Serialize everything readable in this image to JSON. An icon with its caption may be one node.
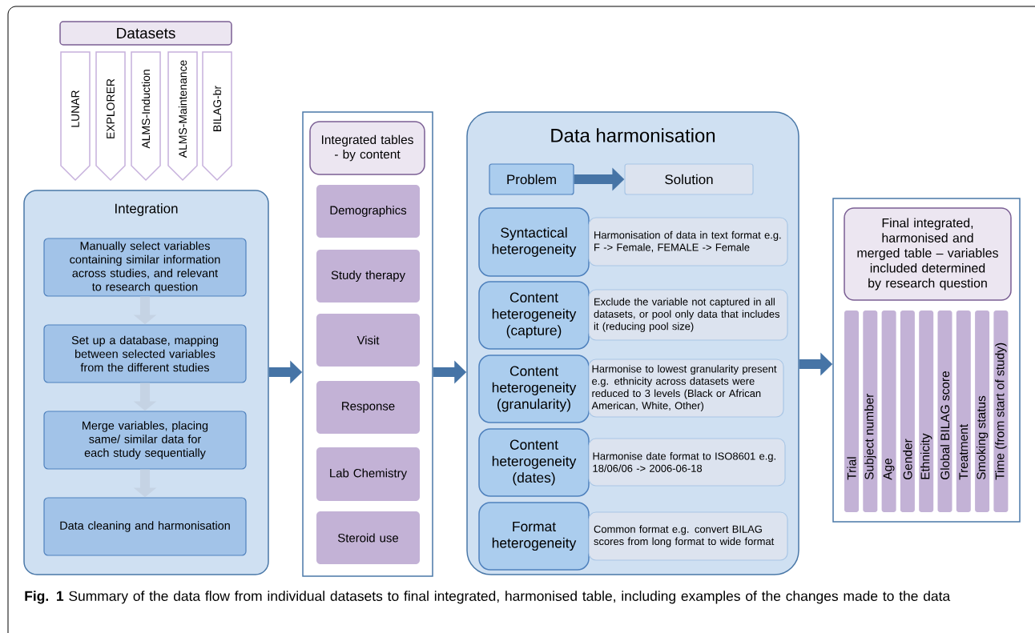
{
  "diagram": {
    "caption": "**Fig. 1** Summary of the data flow from individual datasets to final integrated, harmonised table, including examples of the changes made to the data",
    "nodes": [
      {
        "text": [
          "Datasets"
        ]
      },
      {
        "text": [
          "LUNAR"
        ]
      },
      {
        "text": [
          "EXPLORER"
        ]
      },
      {
        "text": [
          "ALMS-Induction"
        ]
      },
      {
        "text": [
          "ALMS-Maintenance"
        ]
      },
      {
        "text": [
          "BILAG-br"
        ]
      },
      {
        "text": [
          "Integration"
        ]
      },
      {
        "text": [
          "Manually select variables containing similar information across studies, and relevant to research question"
        ],
        "in": 6
      },
      {
        "text": [
          "Set up a database, mapping between selected variables from the different studies"
        ],
        "in": 6
      },
      {
        "text": [
          "Merge variables, placing same/ similar data for each study sequentially"
        ],
        "in": 6
      },
      {
        "text": [
          "Data cleaning and harmonisation"
        ],
        "in": 6
      },
      {
        "text": [],
        "shape": "box"
      },
      {
        "text": [
          "Integrated tables - by content"
        ],
        "in": 11
      },
      {
        "text": [
          "Demographics"
        ],
        "in": 11
      },
      {
        "text": [
          "Study therapy"
        ],
        "in": 11
      },
      {
        "text": [
          "Visit"
        ],
        "in": 11
      },
      {
        "text": [
          "Response"
        ],
        "in": 11
      },
      {
        "text": [
          "Lab Chemistry"
        ],
        "in": 11
      },
      {
        "text": [
          "Steroid use"
        ],
        "in": 11
      },
      {
        "text": [
          "Data harmonisation"
        ]
      },
      {
        "text": [
          "Problem"
        ],
        "in": 19
      },
      {
        "text": [
          "Solution"
        ],
        "in": 19
      },
      {
        "text": [
          "Syntactical heterogeneity"
        ],
        "in": 19
      },
      {
        "text": [
          "Harmonisation of data in text format e.g. F -> Female, FEMALE -> Female"
        ],
        "in": 19
      },
      {
        "text": [
          "Content heterogeneity (capture)"
        ],
        "in": 19
      },
      {
        "text": [
          "Exclude the variable not captured in all datasets, or pool only data that includes it (reducing pool size)"
        ],
        "in": 19
      },
      {
        "text": [
          "Content heterogeneity (granularity)"
        ],
        "in": 19
      },
      {
        "text": [
          "Harmonise to lowest granularity present e.g. ethnicity across datasets were reduced to 3 levels (Black or African American, White, Other)"
        ],
        "in": 19
      },
      {
        "text": [
          "Content heterogeneity (dates)"
        ],
        "in": 19
      },
      {
        "text": [
          "Harmonise date format to ISO8601 e.g. 18/06/06 -> 2006-06-18"
        ],
        "in": 19
      },
      {
        "text": [
          "Format heterogeneity"
        ],
        "in": 19
      },
      {
        "text": [
          "Common format e.g. convert BILAG scores from long format to wide format"
        ],
        "in": 19
      },
      {
        "text": [],
        "shape": "box"
      },
      {
        "text": [
          "Final integrated, harmonised and merged table – variables included determined by research question"
        ],
        "in": 32
      },
      {
        "text": [
          "Trial"
        ],
        "in": 32
      },
      {
        "text": [
          "Subject number"
        ],
        "in": 32
      },
      {
        "text": [
          "Age"
        ],
        "in": 32
      },
      {
        "text": [
          "Gender"
        ],
        "in": 32
      },
      {
        "text": [
          "Ethnicity"
        ],
        "in": 32
      },
      {
        "text": [
          "Global BILAG score"
        ],
        "in": 32
      },
      {
        "text": [
          "Treatment"
        ],
        "in": 32
      },
      {
        "text": [
          "Smoking status"
        ],
        "in": 32
      },
      {
        "text": [
          "Time (from start of study)"
        ],
        "in": 32
      }
    ],
    "edges": [
      {
        "from": 7,
        "to": 8,
        "arrow": "to",
        "color": "#c5d3e4"
      },
      {
        "from": 8,
        "to": 9,
        "arrow": "to",
        "color": "#c5d3e4"
      },
      {
        "from": 9,
        "to": 10,
        "arrow": "to",
        "color": "#c5d3e4"
      },
      {
        "from": 6,
        "to": 11,
        "arrow": "to"
      },
      {
        "from": 11,
        "to": 19,
        "arrow": "to"
      },
      {
        "from": 20,
        "to": 21,
        "arrow": "to"
      },
      {
        "from": 19,
        "to": 32,
        "arrow": "to"
      }
    ]
  }
}
